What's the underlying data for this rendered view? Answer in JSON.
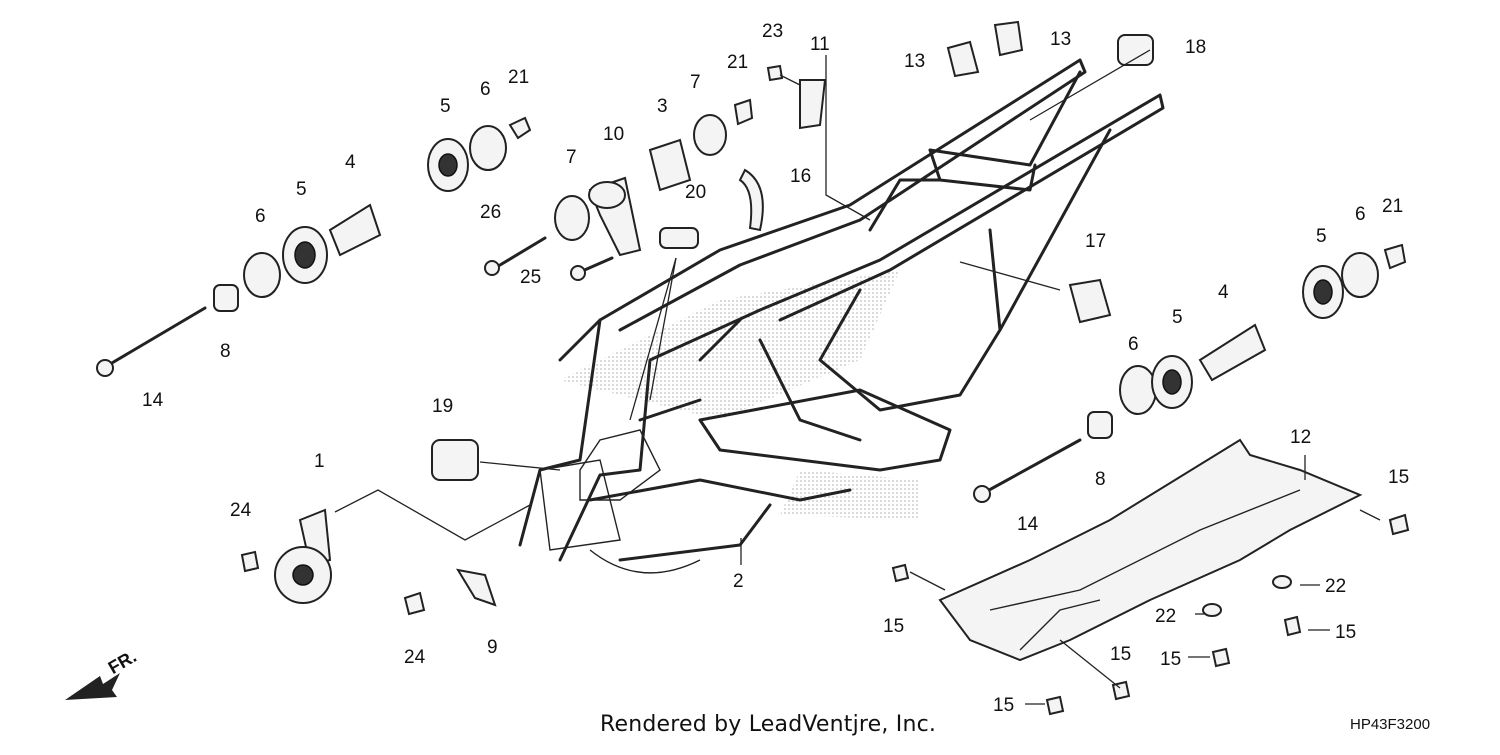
{
  "diagram": {
    "credit": "Rendered by LeadVentjre, Inc.",
    "code": "HP43F3200",
    "direction_label": "FR.",
    "labels": [
      {
        "text": "23"
      },
      {
        "text": "11"
      },
      {
        "text": "13"
      },
      {
        "text": "13"
      },
      {
        "text": "18"
      },
      {
        "text": "21"
      },
      {
        "text": "7"
      },
      {
        "text": "6"
      },
      {
        "text": "21"
      },
      {
        "text": "5"
      },
      {
        "text": "3"
      },
      {
        "text": "10"
      },
      {
        "text": "4"
      },
      {
        "text": "7"
      },
      {
        "text": "16"
      },
      {
        "text": "5"
      },
      {
        "text": "26"
      },
      {
        "text": "20"
      },
      {
        "text": "6"
      },
      {
        "text": "25"
      },
      {
        "text": "17"
      },
      {
        "text": "21"
      },
      {
        "text": "6"
      },
      {
        "text": "5"
      },
      {
        "text": "8"
      },
      {
        "text": "14"
      },
      {
        "text": "4"
      },
      {
        "text": "5"
      },
      {
        "text": "6"
      },
      {
        "text": "19"
      },
      {
        "text": "1"
      },
      {
        "text": "8"
      },
      {
        "text": "12"
      },
      {
        "text": "15"
      },
      {
        "text": "14"
      },
      {
        "text": "24"
      },
      {
        "text": "2"
      },
      {
        "text": "22"
      },
      {
        "text": "15"
      },
      {
        "text": "22"
      },
      {
        "text": "15"
      },
      {
        "text": "24"
      },
      {
        "text": "9"
      },
      {
        "text": "15"
      },
      {
        "text": "15"
      },
      {
        "text": "15"
      }
    ]
  }
}
